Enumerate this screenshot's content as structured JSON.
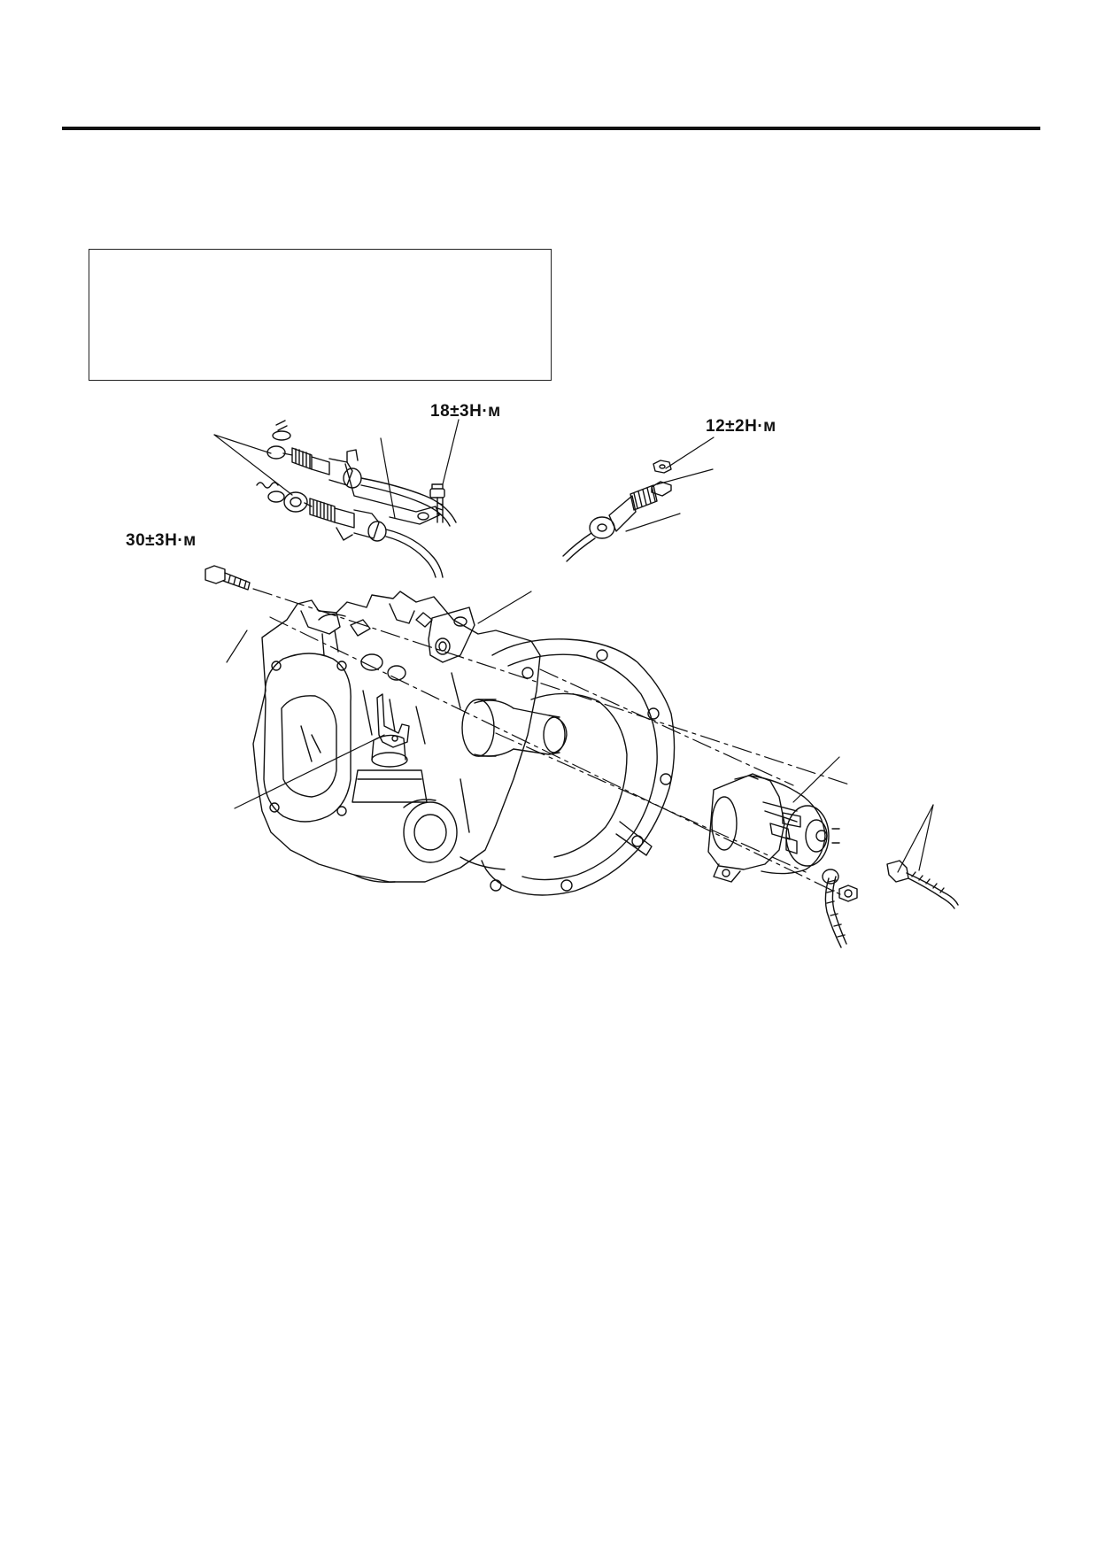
{
  "page": {
    "note_box_text": ""
  },
  "torque_labels": {
    "gear_cable_bracket_bolt": "18±3Н·м",
    "cable_clamp_nut": "12±2Н·м",
    "starter_mounting_bolt": "30±3Н·м"
  },
  "colors": {
    "line": "#111111",
    "background": "#ffffff"
  }
}
